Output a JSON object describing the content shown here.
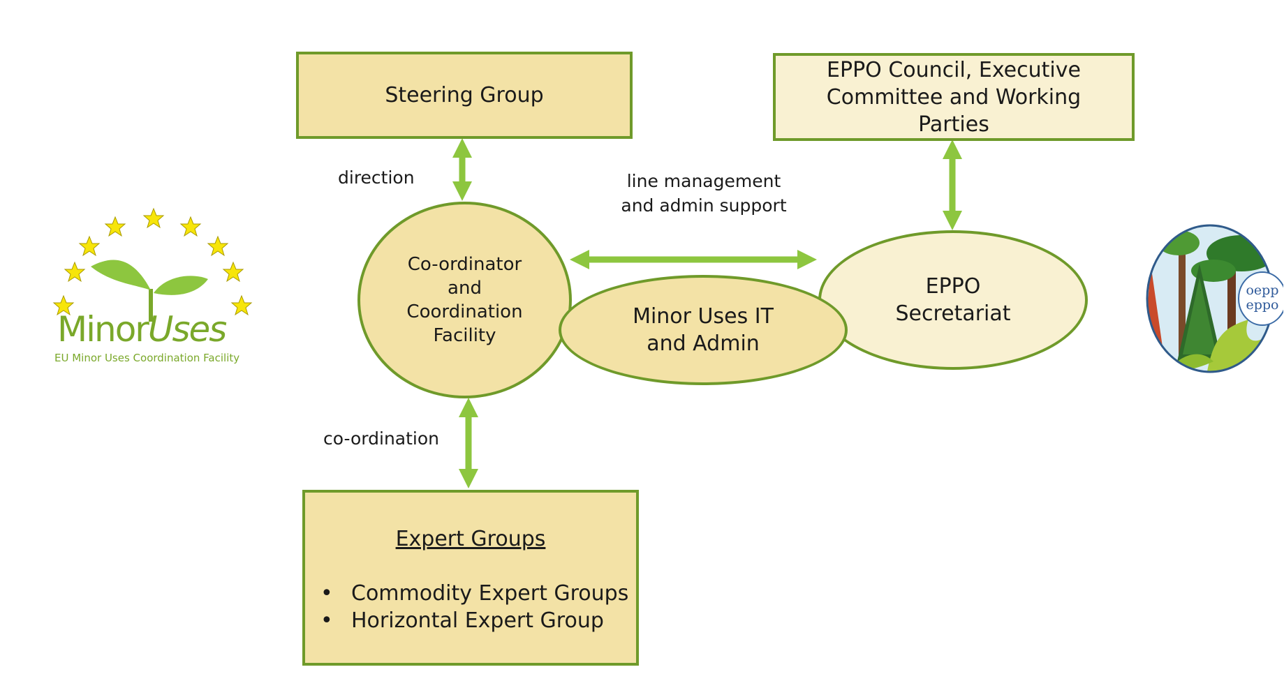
{
  "nodes": {
    "steering_group": "Steering Group",
    "eppo_council": "EPPO Council, Executive Committee and Working Parties",
    "coordinator": "Co-ordinator and Coordination Facility",
    "minor_uses_it": "Minor Uses IT and Admin",
    "eppo_secretariat": "EPPO Secretariat",
    "expert_groups": {
      "title": "Expert Groups",
      "items": [
        "Commodity Expert Groups",
        "Horizontal Expert Group"
      ]
    }
  },
  "edges": {
    "direction": "direction",
    "coordination": "co-ordination",
    "line_management": "line management and admin support"
  },
  "logos": {
    "minor_uses": {
      "name": "MinorUses",
      "name_part1": "Minor",
      "name_part2": "Uses",
      "tagline": "EU Minor Uses Coordination Facility"
    },
    "eppo": {
      "text_line1": "oepp",
      "text_line2": "eppo"
    }
  },
  "colors": {
    "border_green": "#6f9a2a",
    "arrow_green": "#8dc63f",
    "fill_dark": "#f3e2a6",
    "fill_light": "#f9f1d2",
    "star_yellow": "#f7e50a"
  }
}
